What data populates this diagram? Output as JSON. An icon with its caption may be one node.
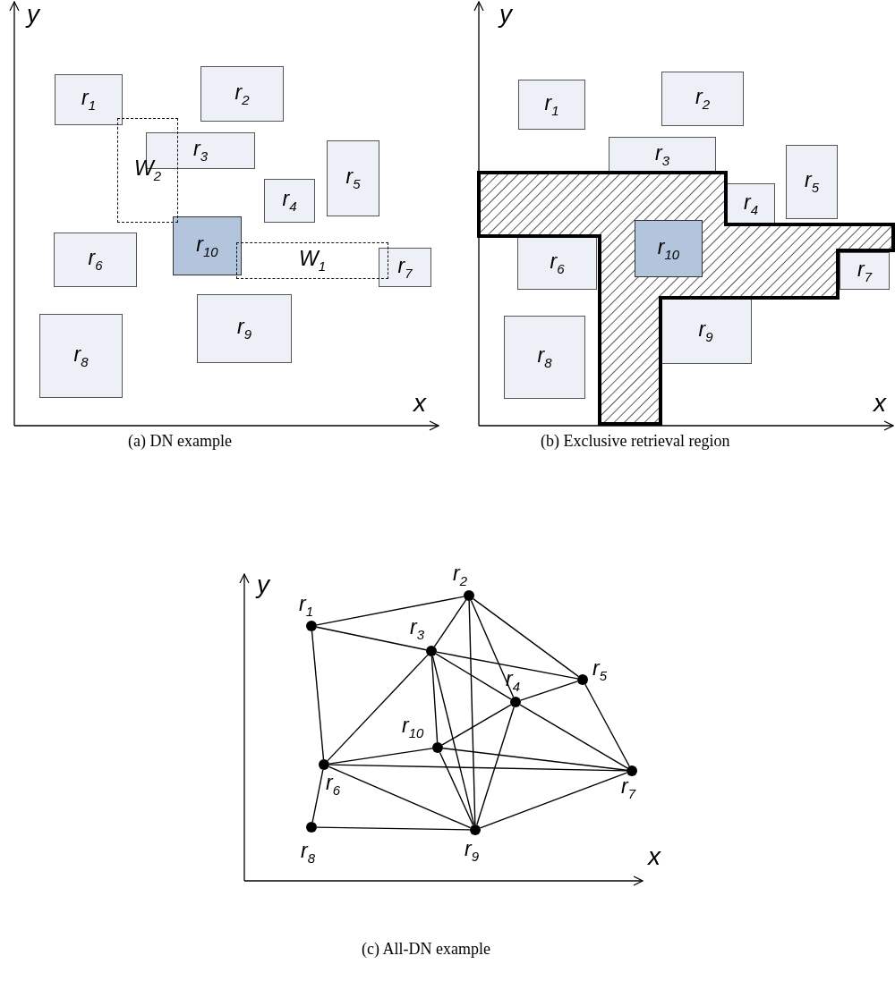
{
  "diagram": {
    "nodes": [
      {
        "text": [
          "r$_{1}$"
        ]
      },
      {
        "text": [
          "r$_{2}$"
        ]
      },
      {
        "text": [
          "r$_{3}$"
        ]
      },
      {
        "text": [
          "r$_{4}$"
        ]
      },
      {
        "text": [
          "r$_{5}$"
        ]
      },
      {
        "text": [
          "r$_{6}$"
        ]
      },
      {
        "text": [
          "r$_{7}$"
        ]
      },
      {
        "text": [
          "r$_{8}$"
        ]
      },
      {
        "text": [
          "r$_{9}$"
        ]
      },
      {
        "text": [
          "r$_{10}$"
        ]
      },
      {
        "text": [
          "W$_{2}$"
        ]
      },
      {
        "text": [
          "W$_{1}$"
        ]
      },
      {
        "text": [
          "r$_{1}$"
        ]
      },
      {
        "text": [
          "r$_{2}$"
        ]
      },
      {
        "text": [
          "r$_{3}$"
        ]
      },
      {
        "text": [
          "r$_{4}$"
        ]
      },
      {
        "text": [
          "r$_{5}$"
        ]
      },
      {
        "text": [
          "r$_{6}$"
        ]
      },
      {
        "text": [
          "r$_{7}$"
        ]
      },
      {
        "text": [
          "r$_{8}$"
        ]
      },
      {
        "text": [
          "r$_{9}$"
        ]
      },
      {
        "text": [],
        "shape": "polygon"
      },
      {
        "text": [
          "r$_{10}$"
        ],
        "in": 21
      },
      {
        "text": [],
        "shape": "circle",
        "beside": [
          "r$_{1}$"
        ]
      },
      {
        "text": [],
        "shape": "circle",
        "beside": [
          "r$_{2}$"
        ]
      },
      {
        "text": [],
        "shape": "circle",
        "beside": [
          "r$_{3}$"
        ]
      },
      {
        "text": [],
        "shape": "circle",
        "beside": [
          "r$_{4}$"
        ]
      },
      {
        "text": [],
        "shape": "circle",
        "beside": [
          "r$_{5}$"
        ]
      },
      {
        "text": [],
        "shape": "circle",
        "beside": [
          "r$_{6}$"
        ]
      },
      {
        "text": [],
        "shape": "circle",
        "beside": [
          "r$_{7}$"
        ]
      },
      {
        "text": [],
        "shape": "circle",
        "beside": [
          "r$_{8}$"
        ]
      },
      {
        "text": [],
        "shape": "circle",
        "beside": [
          "r$_{9}$"
        ]
      },
      {
        "text": [],
        "shape": "circle",
        "beside": [
          "r$_{10}$"
        ]
      }
    ],
    "edges": [
      {
        "from": 23,
        "to": 24,
        "arrow": "none"
      },
      {
        "from": 23,
        "to": 25,
        "arrow": "none"
      },
      {
        "from": 23,
        "to": 28,
        "arrow": "none"
      },
      {
        "from": 24,
        "to": 25,
        "arrow": "none"
      },
      {
        "from": 24,
        "to": 31,
        "arrow": "none"
      },
      {
        "from": 24,
        "to": 26,
        "arrow": "none"
      },
      {
        "from": 24,
        "to": 27,
        "arrow": "none"
      },
      {
        "from": 25,
        "to": 27,
        "arrow": "none"
      },
      {
        "from": 25,
        "to": 26,
        "arrow": "none"
      },
      {
        "from": 25,
        "to": 28,
        "arrow": "none"
      },
      {
        "from": 25,
        "to": 32,
        "arrow": "none"
      },
      {
        "from": 25,
        "to": 31,
        "arrow": "none"
      },
      {
        "from": 26,
        "to": 27,
        "arrow": "none"
      },
      {
        "from": 26,
        "to": 32,
        "arrow": "none"
      },
      {
        "from": 26,
        "to": 29,
        "arrow": "none"
      },
      {
        "from": 26,
        "to": 31,
        "arrow": "none"
      },
      {
        "from": 27,
        "to": 29,
        "arrow": "none"
      },
      {
        "from": 28,
        "to": 32,
        "arrow": "none"
      },
      {
        "from": 28,
        "to": 29,
        "arrow": "none"
      },
      {
        "from": 28,
        "to": 31,
        "arrow": "none"
      },
      {
        "from": 28,
        "to": 30,
        "arrow": "none"
      },
      {
        "from": 32,
        "to": 29,
        "arrow": "none"
      },
      {
        "from": 32,
        "to": 31,
        "arrow": "none"
      },
      {
        "from": 31,
        "to": 29,
        "arrow": "none"
      },
      {
        "from": 30,
        "to": 31,
        "arrow": "none"
      }
    ],
    "labels": [
      "y",
      "x",
      "(a) DN example",
      "y",
      "x",
      "(b) Exclusive retrieval region",
      "y",
      "x",
      "(c) All-DN example"
    ]
  }
}
